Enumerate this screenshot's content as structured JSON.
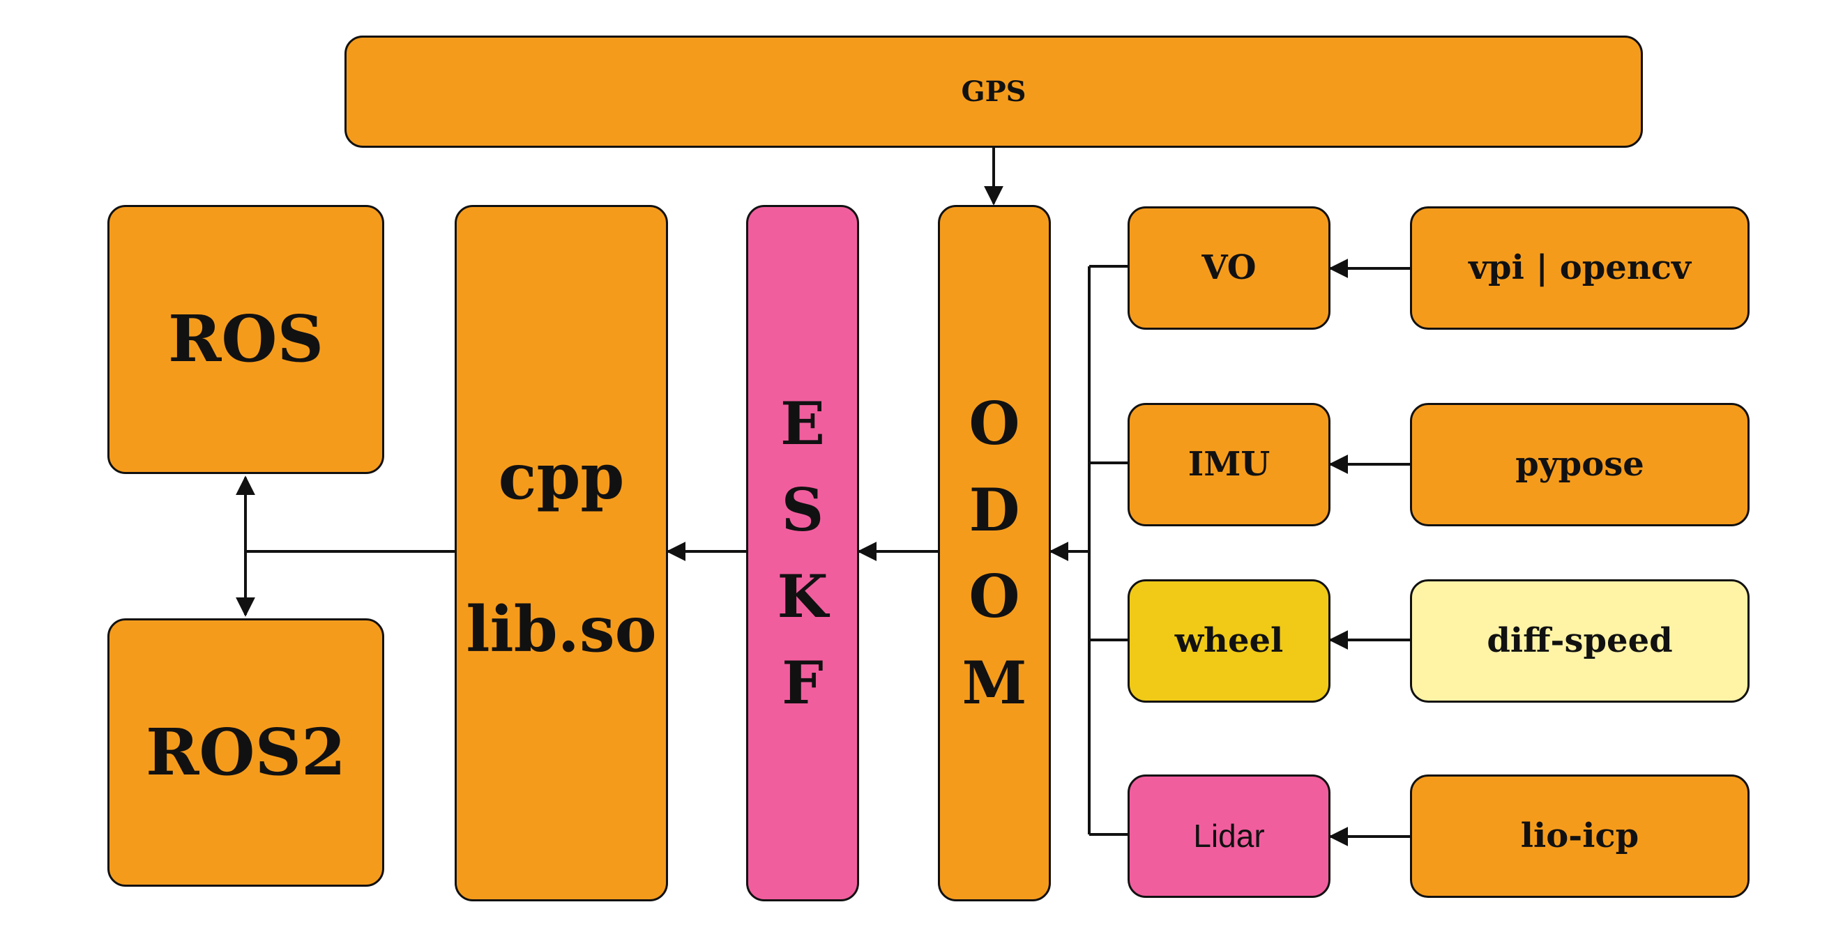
{
  "diagram": {
    "gps": "GPS",
    "ros": "ROS",
    "ros2": "ROS2",
    "cpp": [
      "cpp",
      "lib.so"
    ],
    "eskf": [
      "E",
      "S",
      "K",
      "F"
    ],
    "odom": [
      "O",
      "D",
      "O",
      "M"
    ],
    "sensors": {
      "vo": "VO",
      "imu": "IMU",
      "wheel": "wheel",
      "lidar": "Lidar"
    },
    "sources": {
      "vo_source": "vpi | opencv",
      "imu_source": "pypose",
      "wheel_source": "diff-speed",
      "lidar_source": "lio-icp"
    },
    "colors": {
      "orange": "#F59B1C",
      "pink": "#F15E9E",
      "yellow": "#F0CA17",
      "cream": "#FFF3A6",
      "stroke": "#111111"
    }
  }
}
